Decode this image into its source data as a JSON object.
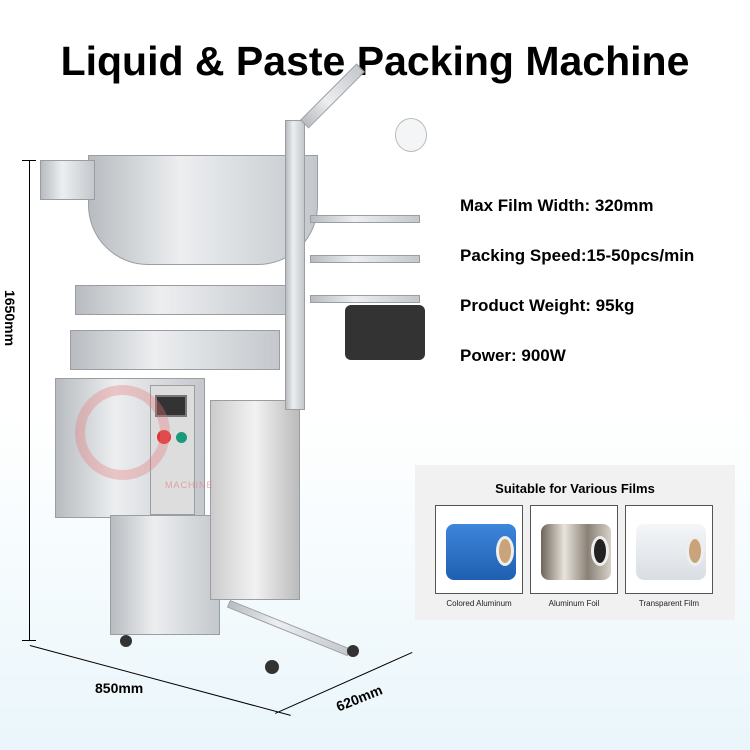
{
  "title": "Liquid & Paste Packing Machine",
  "specs": [
    "Max Film Width: 320mm",
    "Packing Speed:15-50pcs/min",
    "Product Weight: 95kg",
    "Power: 900W"
  ],
  "dimensions": {
    "height": "1650mm",
    "width": "850mm",
    "depth": "620mm"
  },
  "films": {
    "title": "Suitable for Various Films",
    "items": [
      {
        "label": "Colored Aluminum",
        "color": "#2f72c8"
      },
      {
        "label": "Aluminum Foil",
        "color": "#9a9186"
      },
      {
        "label": "Transparent Film",
        "color": "#e6eaee"
      }
    ]
  },
  "watermark": "MACHINE"
}
